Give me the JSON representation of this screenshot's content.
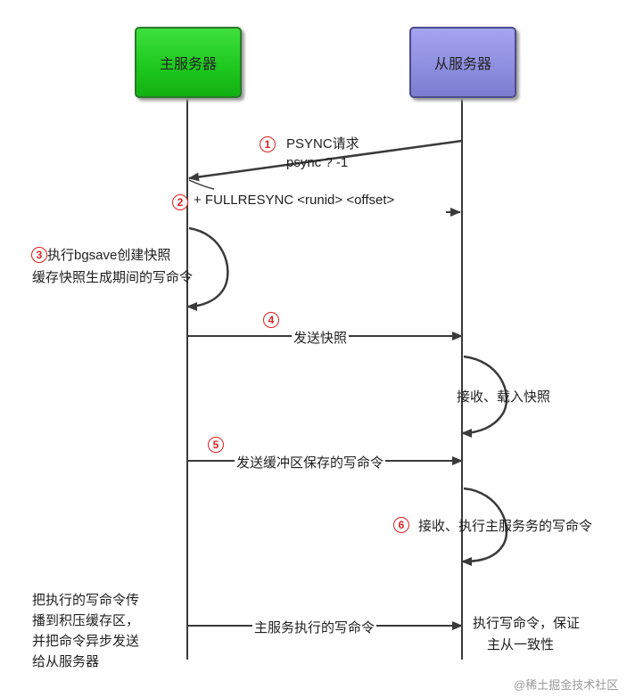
{
  "nodes": {
    "master": "主服务器",
    "slave": "从服务器"
  },
  "steps": {
    "s1": {
      "num": "1",
      "line1": "PSYNC请求",
      "line2": "psync ? -1"
    },
    "s2": {
      "num": "2",
      "text": "+ FULLRESYNC <runid> <offset>"
    },
    "s3": {
      "num": "3",
      "line1": "执行bgsave创建快照",
      "line2": "缓存快照生成期间的写命令"
    },
    "s4": {
      "num": "4",
      "text": "发送快照"
    },
    "s4b": {
      "text": "接收、载入快照"
    },
    "s5": {
      "num": "5",
      "text": "发送缓冲区保存的写命令"
    },
    "s6": {
      "num": "6",
      "text": "接收、执行主服务务的写命令"
    },
    "s7": {
      "master_lines": [
        "把执行的写命令传",
        "播到积压缓存区，",
        "并把命令异步发送",
        "给从服务器"
      ],
      "arrow_label": "主服务执行的写命令",
      "slave_lines": [
        "执行写命令，保证",
        "主从一致性"
      ]
    }
  },
  "watermark": "@稀土掘金技术社区",
  "colors": {
    "master_fill": "#22c922",
    "slave_fill": "#8f8fe0",
    "step_number": "#e02020",
    "line": "#3a3a3a"
  }
}
